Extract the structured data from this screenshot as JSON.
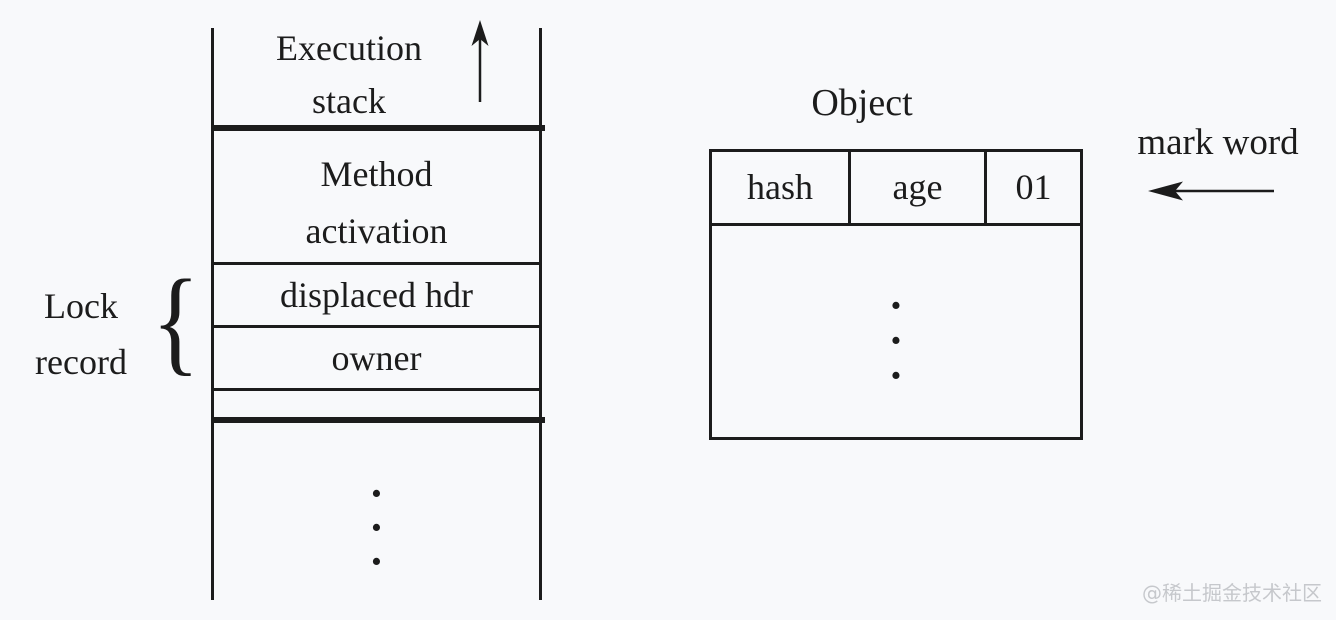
{
  "colors": {
    "background": "#f8f9fb",
    "ink": "#1c1c1c",
    "watermark_text": "#c6c8cc"
  },
  "execution_stack": {
    "title_line1": "Execution",
    "title_line2": "stack",
    "frames": {
      "method_activation_line1": "Method",
      "method_activation_line2": "activation",
      "displaced_hdr": "displaced hdr",
      "owner": "owner"
    }
  },
  "lock_record": {
    "label_line1": "Lock",
    "label_line2": "record",
    "brace": "{"
  },
  "object": {
    "title": "Object",
    "mark_word_cells": [
      "hash",
      "age",
      "01"
    ]
  },
  "mark_word": {
    "label": "mark word"
  },
  "glyphs": {
    "dot": "·"
  },
  "watermark": {
    "text": "@稀土掘金技术社区"
  }
}
